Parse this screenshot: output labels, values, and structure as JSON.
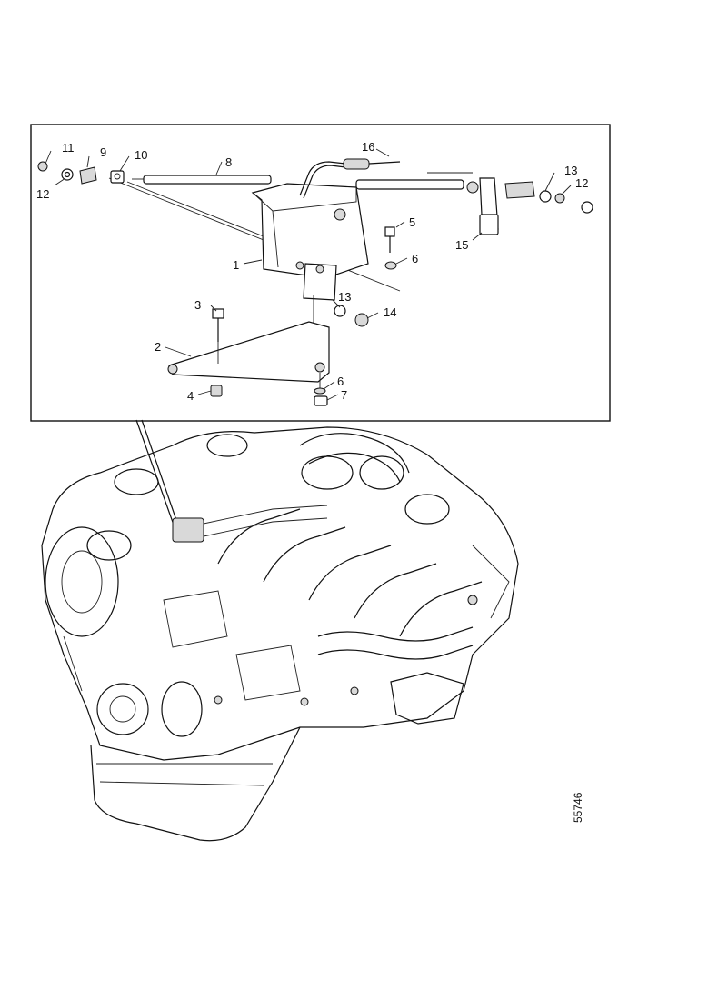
{
  "diagram": {
    "figure_number": "55746",
    "callouts": {
      "c1": "1",
      "c2": "2",
      "c3": "3",
      "c4": "4",
      "c5": "5",
      "c6a": "6",
      "c6b": "6",
      "c7": "7",
      "c8": "8",
      "c9": "9",
      "c10": "10",
      "c11": "11",
      "c12a": "12",
      "c12b": "12",
      "c13a": "13",
      "c13b": "13",
      "c14": "14",
      "c15": "15",
      "c16": "16"
    }
  }
}
